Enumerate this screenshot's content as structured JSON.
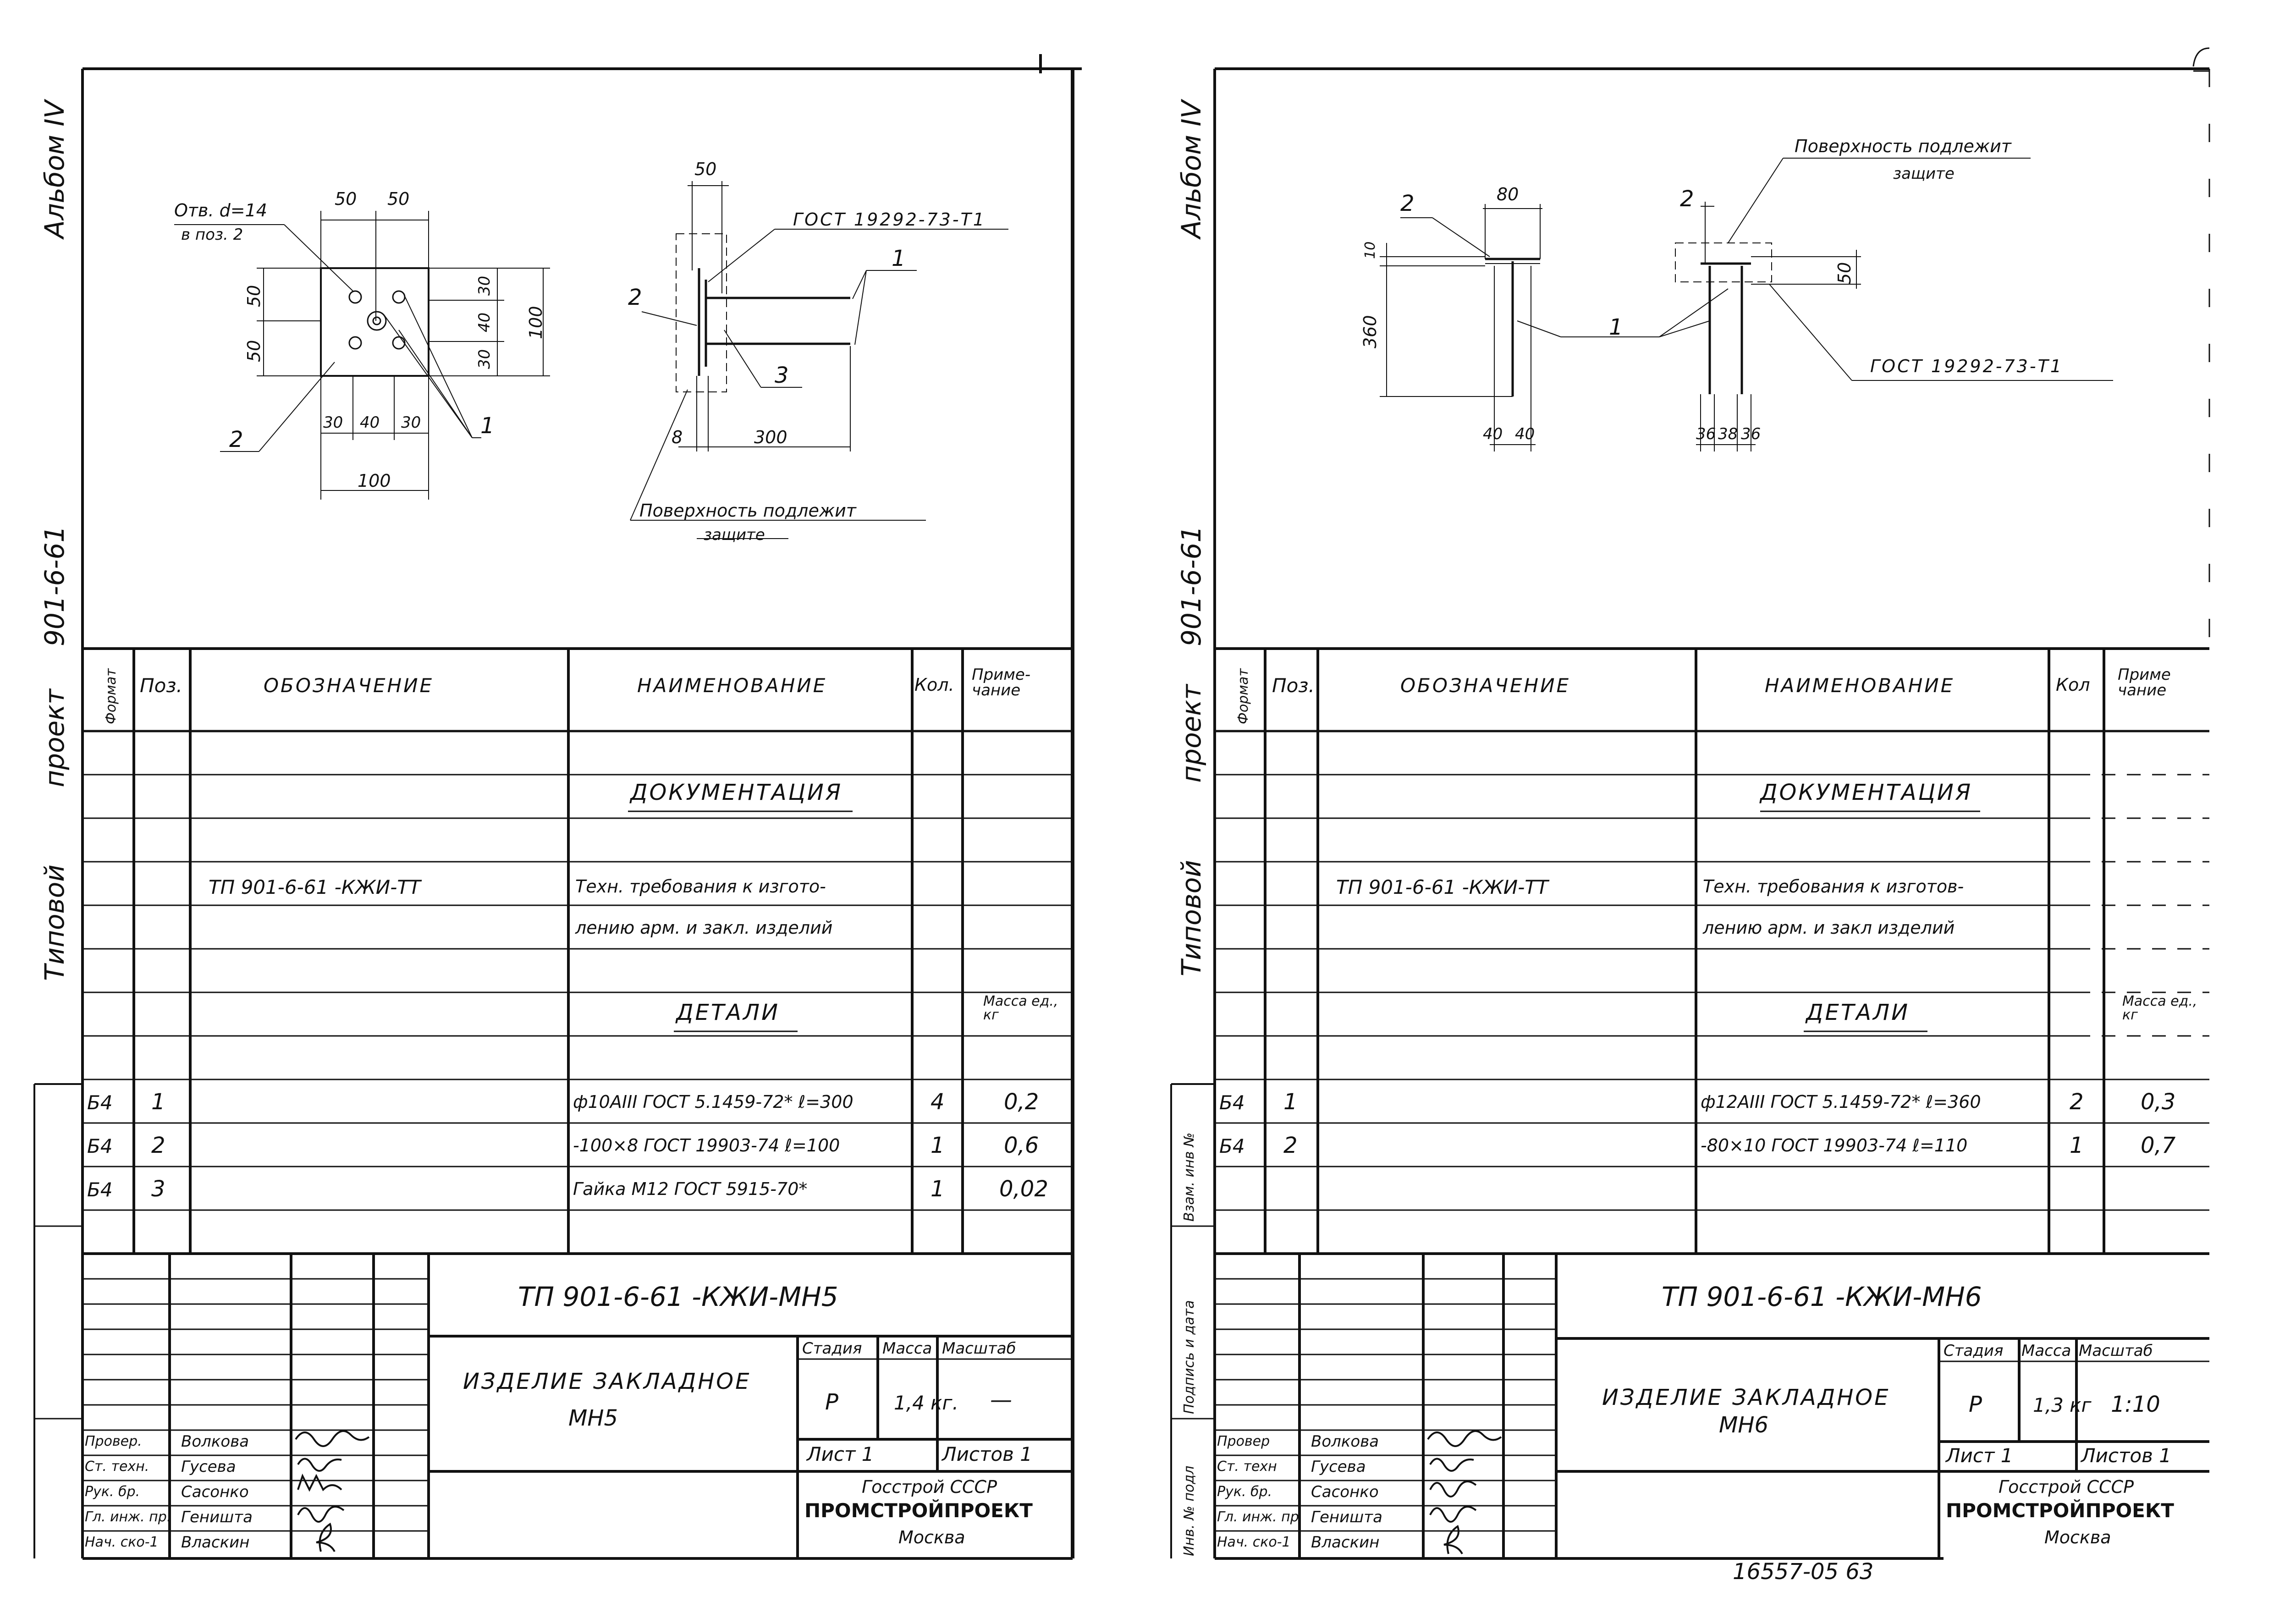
{
  "sheets": [
    {
      "side_text": {
        "album": "Альбом IV",
        "project_label": "Типовой проект",
        "project_code": "901-6-61"
      },
      "drawing": {
        "hole_note_line1": "Отв. d=14",
        "hole_note_line2": "в поз. 2",
        "gost_weld": "ГОСТ 19292-73-Т1",
        "surface_note_line1": "Поверхность подлежит",
        "surface_note_line2": "защите",
        "dims": [
          "50",
          "50",
          "50",
          "50",
          "30",
          "40",
          "30",
          "100",
          "30",
          "40",
          "30",
          "100",
          "50",
          "8",
          "300"
        ],
        "marks": [
          "1",
          "2",
          "2",
          "3",
          "1"
        ]
      },
      "table": {
        "headers": {
          "format": "Формат",
          "pos": "Поз.",
          "designation": "Обозначение",
          "name": "Наименование",
          "qty": "Кол.",
          "note": "Приме-чание"
        },
        "section_docs": "Документация",
        "doc_row": {
          "designation": "ТП 901-6-61 -КЖИ-ТТ",
          "name_line1": "Техн. требования к изгото-",
          "name_line2": "лению арм. и закл. изделий"
        },
        "section_parts": "Детали",
        "mass_header": "Масса ед., кг",
        "rows": [
          {
            "format": "Б4",
            "pos": "1",
            "name": "ф10АIII ГОСТ 5.1459-72* ℓ=300",
            "qty": "4",
            "note": "0,2"
          },
          {
            "format": "Б4",
            "pos": "2",
            "name": "-100×8 ГОСТ 19903-74 ℓ=100",
            "qty": "1",
            "note": "0,6"
          },
          {
            "format": "Б4",
            "pos": "3",
            "name": "Гайка М12 ГОСТ 5915-70*",
            "qty": "1",
            "note": "0,02"
          }
        ]
      },
      "title_block": {
        "code": "ТП 901-6-61 -КЖИ-МН5",
        "title_line1": "Изделие закладное",
        "title_line2": "МН5",
        "stage_label": "Стадия",
        "mass_label": "Масса",
        "scale_label": "Масштаб",
        "stage": "Р",
        "mass": "1,4 кг.",
        "scale": "—",
        "sheet_label": "Лист 1",
        "sheets_label": "Листов 1",
        "org1": "Госстрой СССР",
        "org2": "ПРОМСТРОЙПРОЕКТ",
        "org3": "Москва",
        "roles": [
          "Провер.",
          "Ст. техн.",
          "Рук. бр.",
          "Гл. инж. пр.",
          "Нач. ско-1"
        ],
        "names": [
          "Волкова",
          "Гусева",
          "Сасонко",
          "Геништа",
          "Власкин"
        ]
      }
    },
    {
      "side_text": {
        "album": "Альбом IV",
        "project_label": "Типовой проект",
        "project_code": "901-6-61"
      },
      "side_stamps": [
        "Взам. инв №",
        "Подпись и дата",
        "Инв. № подл"
      ],
      "drawing": {
        "surface_note_line1": "Поверхность подлежит",
        "surface_note_line2": "защите",
        "gost_weld": "ГОСТ 19292-73-Т1",
        "dims": [
          "80",
          "10",
          "360",
          "40",
          "40",
          "50",
          "36",
          "38",
          "36"
        ],
        "marks": [
          "2",
          "1",
          "2"
        ]
      },
      "table": {
        "headers": {
          "format": "Формат",
          "pos": "Поз.",
          "designation": "Обозначение",
          "name": "Наименование",
          "qty": "Кол",
          "note": "Приме чание"
        },
        "section_docs": "Документация",
        "doc_row": {
          "designation": "ТП 901-6-61 -КЖИ-ТТ",
          "name_line1": "Техн. требования к изготов-",
          "name_line2": "лению арм. и закл изделий"
        },
        "section_parts": "Детали",
        "mass_header": "Масса ед., кг",
        "rows": [
          {
            "format": "Б4",
            "pos": "1",
            "name": "ф12АIII ГОСТ 5.1459-72* ℓ=360",
            "qty": "2",
            "note": "0,3"
          },
          {
            "format": "Б4",
            "pos": "2",
            "name": "-80×10 ГОСТ 19903-74 ℓ=110",
            "qty": "1",
            "note": "0,7"
          }
        ]
      },
      "title_block": {
        "code": "ТП 901-6-61 -КЖИ-МН6",
        "title_line1": "Изделие закладное",
        "title_line2": "МН6",
        "stage_label": "Стадия",
        "mass_label": "Масса",
        "scale_label": "Масштаб",
        "stage": "Р",
        "mass": "1,3 кг",
        "scale": "1:10",
        "sheet_label": "Лист 1",
        "sheets_label": "Листов 1",
        "org1": "Госстрой СССР",
        "org2": "ПРОМСТРОЙПРОЕКТ",
        "org3": "Москва",
        "roles": [
          "Провер",
          "Ст. техн",
          "Рук. бр.",
          "Гл. инж. пр",
          "Нач. ско-1"
        ],
        "names": [
          "Волкова",
          "Гусева",
          "Сасонко",
          "Геништа",
          "Власкин"
        ]
      },
      "footer_number": "16557-05 63"
    }
  ]
}
